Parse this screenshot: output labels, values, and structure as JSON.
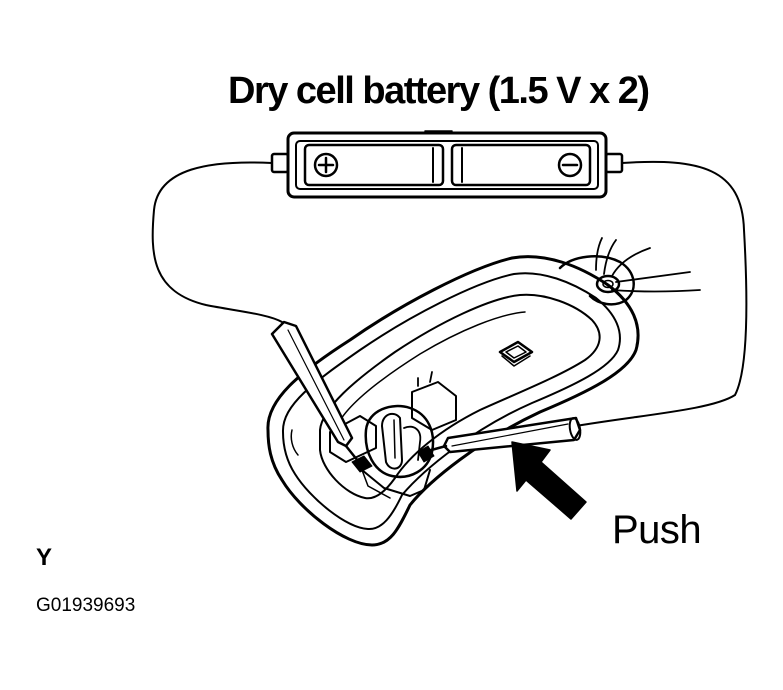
{
  "diagram": {
    "title": "Dry cell battery (1.5 V x 2)",
    "action_label": "Push",
    "view_label": "Y",
    "figure_code": "G01939693",
    "battery_terminals": [
      "+",
      "−"
    ]
  },
  "colors": {
    "ink": "#000000",
    "paper": "#ffffff"
  }
}
